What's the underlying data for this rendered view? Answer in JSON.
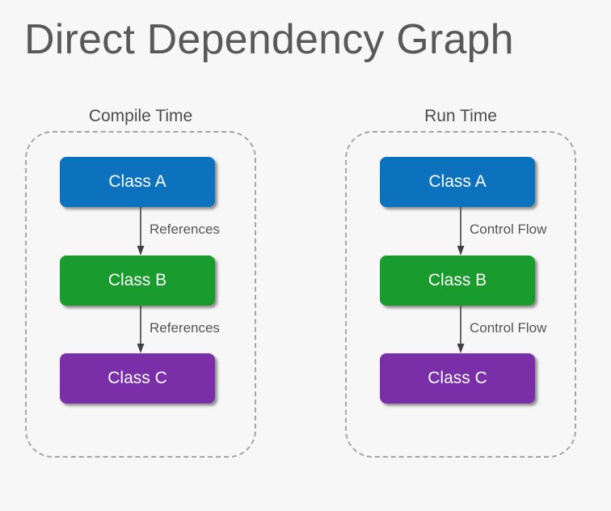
{
  "title": "Direct Dependency Graph",
  "theme": {
    "background": "#f7f7f7",
    "title_color": "#595959",
    "panel_border": "#a6a6a6",
    "edge_color": "#404040",
    "label_color": "#555555",
    "node_text": "#ffffff"
  },
  "panels": [
    {
      "title": "Compile Time",
      "nodes": [
        {
          "label": "Class A",
          "color": "#0d72bd"
        },
        {
          "label": "Class B",
          "color": "#199c2d"
        },
        {
          "label": "Class C",
          "color": "#7a2ea8"
        }
      ],
      "edges": [
        {
          "label": "References",
          "from": "Class A",
          "to": "Class B"
        },
        {
          "label": "References",
          "from": "Class B",
          "to": "Class C"
        }
      ]
    },
    {
      "title": "Run Time",
      "nodes": [
        {
          "label": "Class A",
          "color": "#0d72bd"
        },
        {
          "label": "Class B",
          "color": "#199c2d"
        },
        {
          "label": "Class C",
          "color": "#7a2ea8"
        }
      ],
      "edges": [
        {
          "label": "Control Flow",
          "from": "Class A",
          "to": "Class B"
        },
        {
          "label": "Control Flow",
          "from": "Class B",
          "to": "Class C"
        }
      ]
    }
  ]
}
